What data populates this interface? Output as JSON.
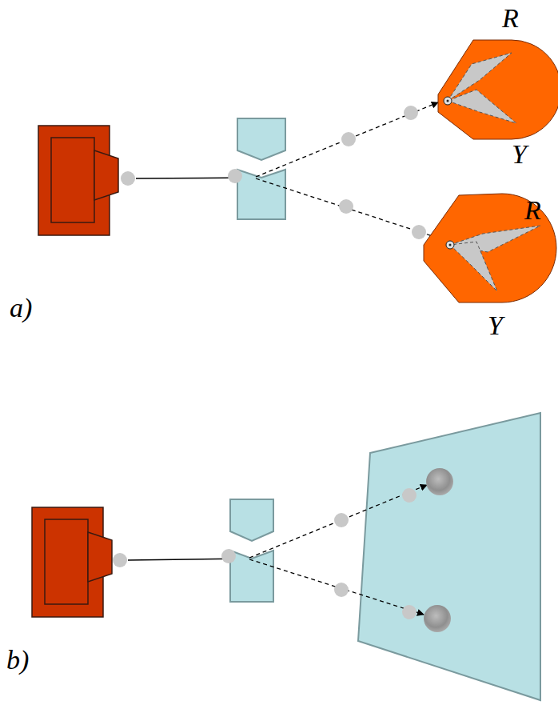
{
  "diagram": {
    "labels": [
      "R",
      "Y",
      "R",
      "Y",
      "a)",
      "b)"
    ]
  }
}
